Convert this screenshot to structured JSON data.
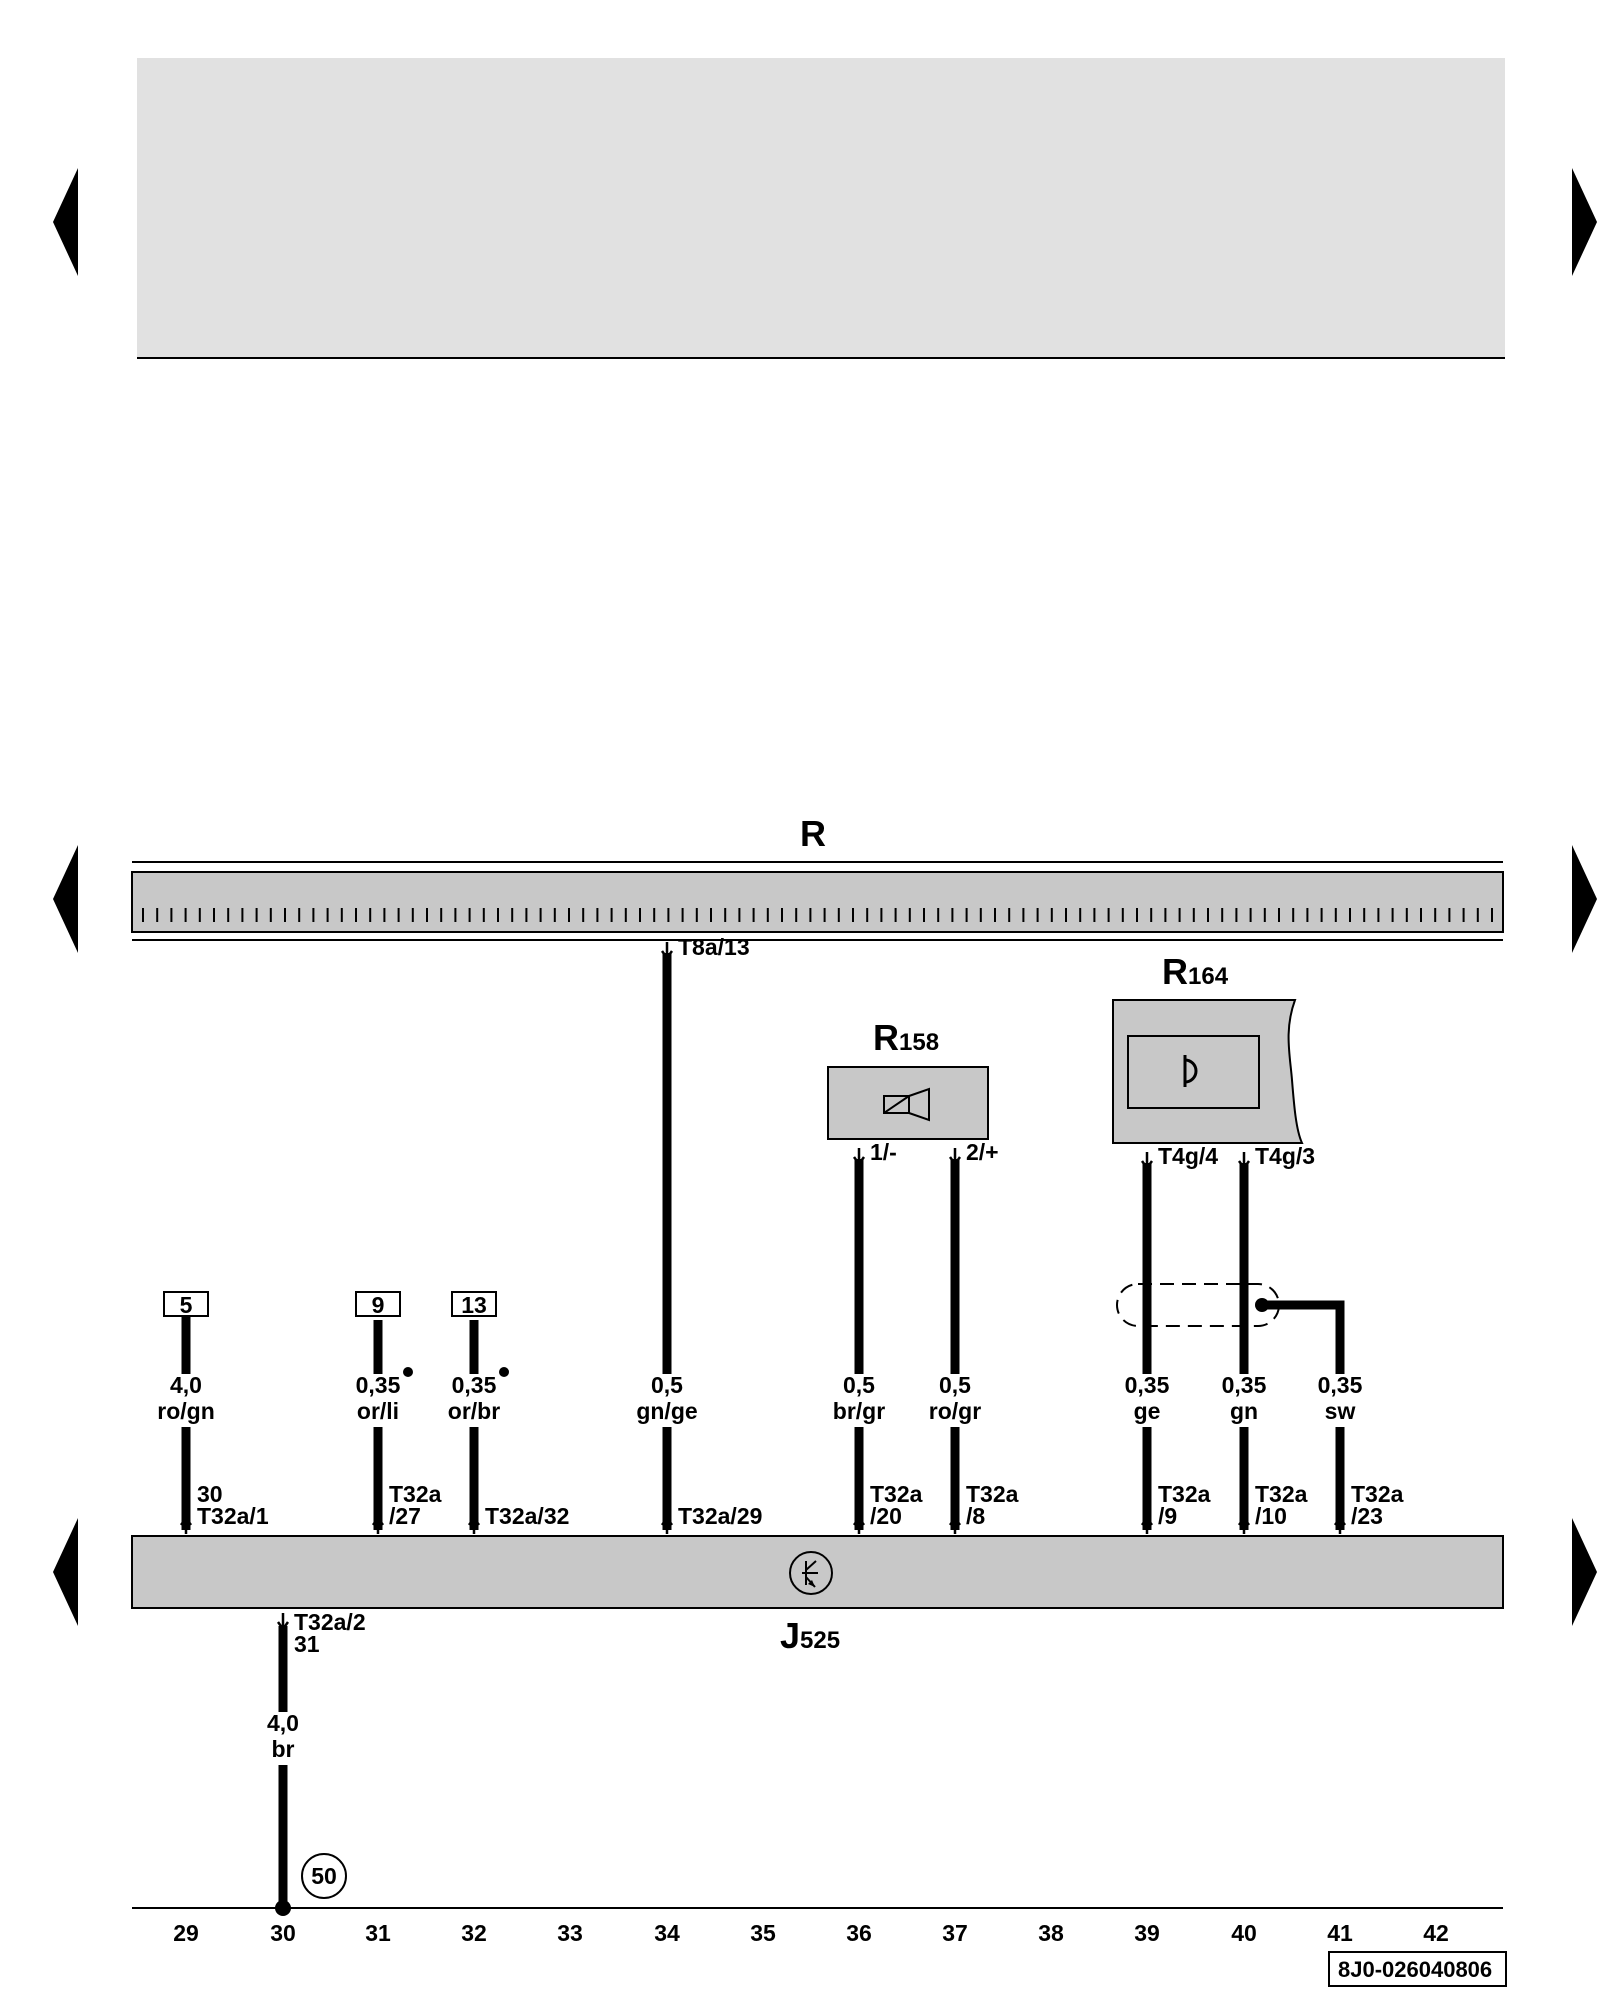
{
  "components": {
    "radio": {
      "name": "R"
    },
    "r158": {
      "name": "R",
      "sub": "158"
    },
    "r164": {
      "name": "R",
      "sub": "164"
    },
    "j525": {
      "name": "J",
      "sub": "525"
    }
  },
  "connectors": {
    "t8a_13": "T8a/13",
    "r158_pin1": "1/-",
    "r158_pin2": "2/+",
    "t4g_4": "T4g/4",
    "t4g_3": "T4g/3",
    "t32a_1_top": "30",
    "t32a_1": "T32a/1",
    "t32a_27_a": "T32a",
    "t32a_27_b": "/27",
    "t32a_32": "T32a/32",
    "t32a_29": "T32a/29",
    "t32a_20_a": "T32a",
    "t32a_20_b": "/20",
    "t32a_8_a": "T32a",
    "t32a_8_b": "/8",
    "t32a_9_a": "T32a",
    "t32a_9_b": "/9",
    "t32a_10_a": "T32a",
    "t32a_10_b": "/10",
    "t32a_23_a": "T32a",
    "t32a_23_b": "/23",
    "t32a_2": "T32a/2",
    "t32a_2_bottom": "31"
  },
  "fuse_refs": [
    "5",
    "9",
    "13"
  ],
  "wires": {
    "w29": {
      "size": "4,0",
      "color": "ro/gn"
    },
    "w31": {
      "size": "0,35",
      "color": "or/li"
    },
    "w32": {
      "size": "0,35",
      "color": "or/br"
    },
    "w34": {
      "size": "0,5",
      "color": "gn/ge"
    },
    "w36": {
      "size": "0,5",
      "color": "br/gr"
    },
    "w37": {
      "size": "0,5",
      "color": "ro/gr"
    },
    "w39": {
      "size": "0,35",
      "color": "ge"
    },
    "w40": {
      "size": "0,35",
      "color": "gn"
    },
    "w41": {
      "size": "0,35",
      "color": "sw"
    },
    "w30": {
      "size": "4,0",
      "color": "br"
    }
  },
  "ground_point": "50",
  "track_numbers": [
    "29",
    "30",
    "31",
    "32",
    "33",
    "34",
    "35",
    "36",
    "37",
    "38",
    "39",
    "40",
    "41",
    "42"
  ],
  "doc_number": "8J0-026040806",
  "colors": {
    "component_fill": "#c8c8c8",
    "header_fill": "#e1e1e1",
    "line": "#000000"
  }
}
